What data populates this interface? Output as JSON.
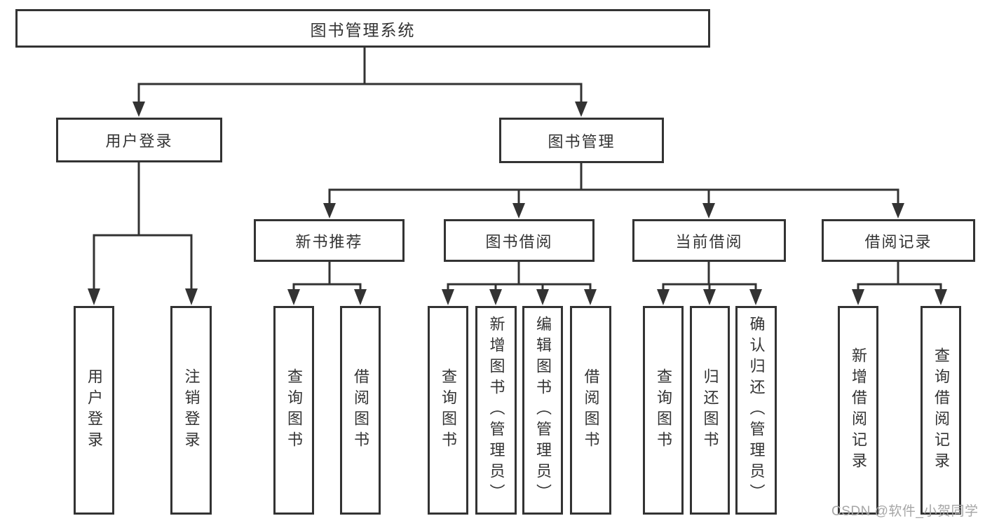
{
  "tree": {
    "label": "图书管理系统",
    "children": [
      {
        "label": "用户登录",
        "children": [
          {
            "label": "用户登录"
          },
          {
            "label": "注销登录"
          }
        ]
      },
      {
        "label": "图书管理",
        "children": [
          {
            "label": "新书推荐",
            "children": [
              {
                "label": "查询图书"
              },
              {
                "label": "借阅图书"
              }
            ]
          },
          {
            "label": "图书借阅",
            "children": [
              {
                "label": "查询图书"
              },
              {
                "label": "新增图书（管理员）"
              },
              {
                "label": "编辑图书（管理员）"
              },
              {
                "label": "借阅图书"
              }
            ]
          },
          {
            "label": "当前借阅",
            "children": [
              {
                "label": "查询图书"
              },
              {
                "label": "归还图书"
              },
              {
                "label": "确认归还（管理员）"
              }
            ]
          },
          {
            "label": "借阅记录",
            "children": [
              {
                "label": "新增借阅记录"
              },
              {
                "label": "查询借阅记录"
              }
            ]
          }
        ]
      }
    ]
  },
  "watermark": "CSDN @软件_小贺同学",
  "colors": {
    "line": "#333333",
    "box_border": "#333333",
    "box_background": "#ffffff",
    "text": "#333333",
    "watermark": "#a6a6a6",
    "page_background": "#ffffff"
  }
}
